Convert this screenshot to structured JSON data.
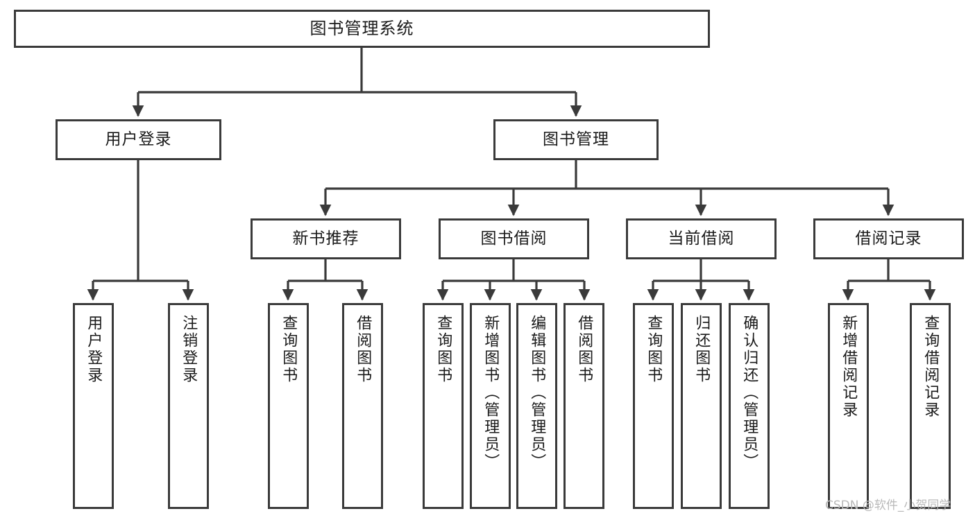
{
  "diagram": {
    "type": "tree",
    "title": "图书管理系统",
    "orientation": "top-down",
    "colors": {
      "box_border": "#3a3a3a",
      "box_fill": "#ffffff",
      "connector": "#3a3a3a",
      "text": "#1a1a1a",
      "watermark": "#b9b9b9",
      "background": "#ffffff"
    },
    "nodes": {
      "root": {
        "label": "图书管理系统",
        "level": 1
      },
      "level2": [
        {
          "id": "user-login",
          "label": "用户登录"
        },
        {
          "id": "book-manage",
          "label": "图书管理"
        }
      ],
      "level3": [
        {
          "id": "new-book-recommend",
          "label": "新书推荐",
          "parent": "book-manage"
        },
        {
          "id": "book-borrow",
          "label": "图书借阅",
          "parent": "book-manage"
        },
        {
          "id": "current-borrow",
          "label": "当前借阅",
          "parent": "book-manage"
        },
        {
          "id": "borrow-record",
          "label": "借阅记录",
          "parent": "book-manage"
        }
      ],
      "leaves": {
        "user-login": [
          {
            "id": "leaf-user-login",
            "label": "用户登录"
          },
          {
            "id": "leaf-logout",
            "label": "注销登录"
          }
        ],
        "new-book-recommend": [
          {
            "id": "leaf-query-book-1",
            "label": "查询图书"
          },
          {
            "id": "leaf-borrow-book-1",
            "label": "借阅图书"
          }
        ],
        "book-borrow": [
          {
            "id": "leaf-query-book-2",
            "label": "查询图书"
          },
          {
            "id": "leaf-add-book",
            "label": "新增图书（管理员）"
          },
          {
            "id": "leaf-edit-book",
            "label": "编辑图书（管理员）"
          },
          {
            "id": "leaf-borrow-book-2",
            "label": "借阅图书"
          }
        ],
        "current-borrow": [
          {
            "id": "leaf-query-book-3",
            "label": "查询图书"
          },
          {
            "id": "leaf-return-book",
            "label": "归还图书"
          },
          {
            "id": "leaf-confirm-return",
            "label": "确认归还（管理员）"
          }
        ],
        "borrow-record": [
          {
            "id": "leaf-add-record",
            "label": "新增借阅记录"
          },
          {
            "id": "leaf-query-record",
            "label": "查询借阅记录"
          }
        ]
      }
    },
    "watermark": "CSDN @软件_小贺同学"
  }
}
